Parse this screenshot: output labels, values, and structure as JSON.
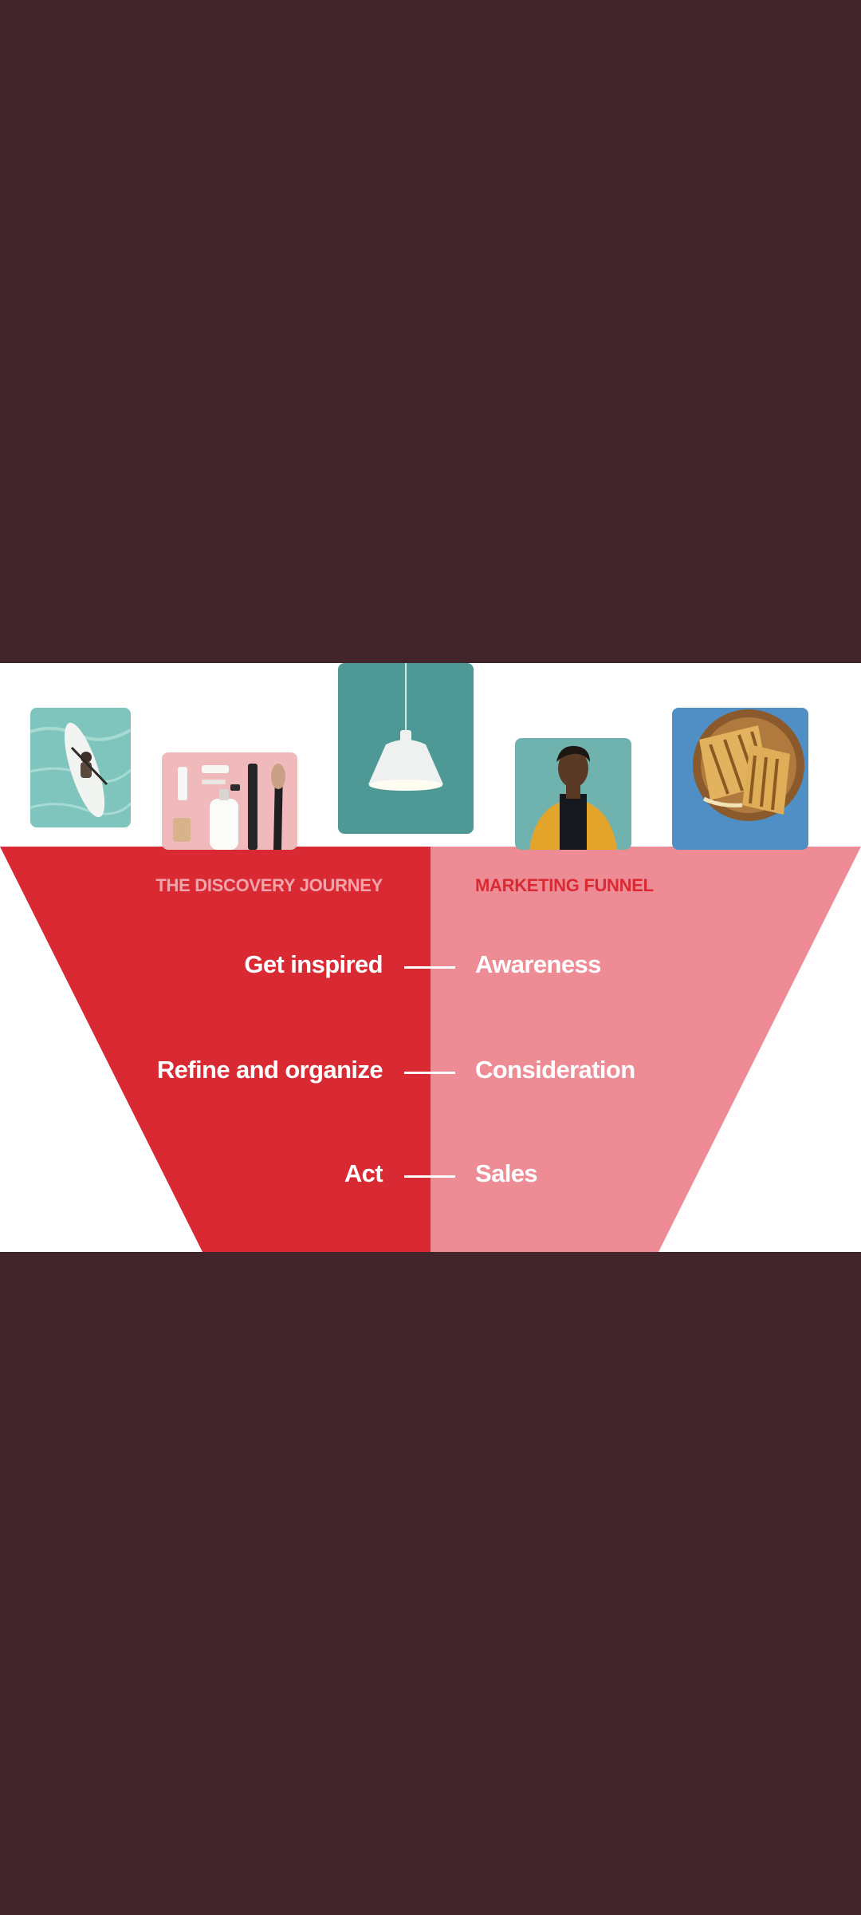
{
  "colors": {
    "backdrop": "#41252a",
    "card_background": "#ffffff",
    "funnel_left": "#d92a34",
    "funnel_right": "#ee8c96",
    "left_heading": "#f3a3aa",
    "right_heading": "#d92a34",
    "stage_text": "#ffffff"
  },
  "photos": [
    {
      "name": "paddleboard-photo",
      "subject": "person on a paddleboard in turquoise water"
    },
    {
      "name": "beauty-products-photo",
      "subject": "cosmetics and brushes on a pink background"
    },
    {
      "name": "pendant-lamp-photo",
      "subject": "white pendant lamp on a teal background"
    },
    {
      "name": "portrait-photo",
      "subject": "woman in a yellow jacket on a teal background"
    },
    {
      "name": "sandwich-photo",
      "subject": "grilled sandwich on a wooden plate"
    }
  ],
  "diagram": {
    "left_heading": "THE DISCOVERY JOURNEY",
    "right_heading": "MARKETING FUNNEL",
    "stages": [
      {
        "journey": "Get inspired",
        "funnel": "Awareness"
      },
      {
        "journey": "Refine and organize",
        "funnel": "Consideration"
      },
      {
        "journey": "Act",
        "funnel": "Sales"
      }
    ]
  }
}
